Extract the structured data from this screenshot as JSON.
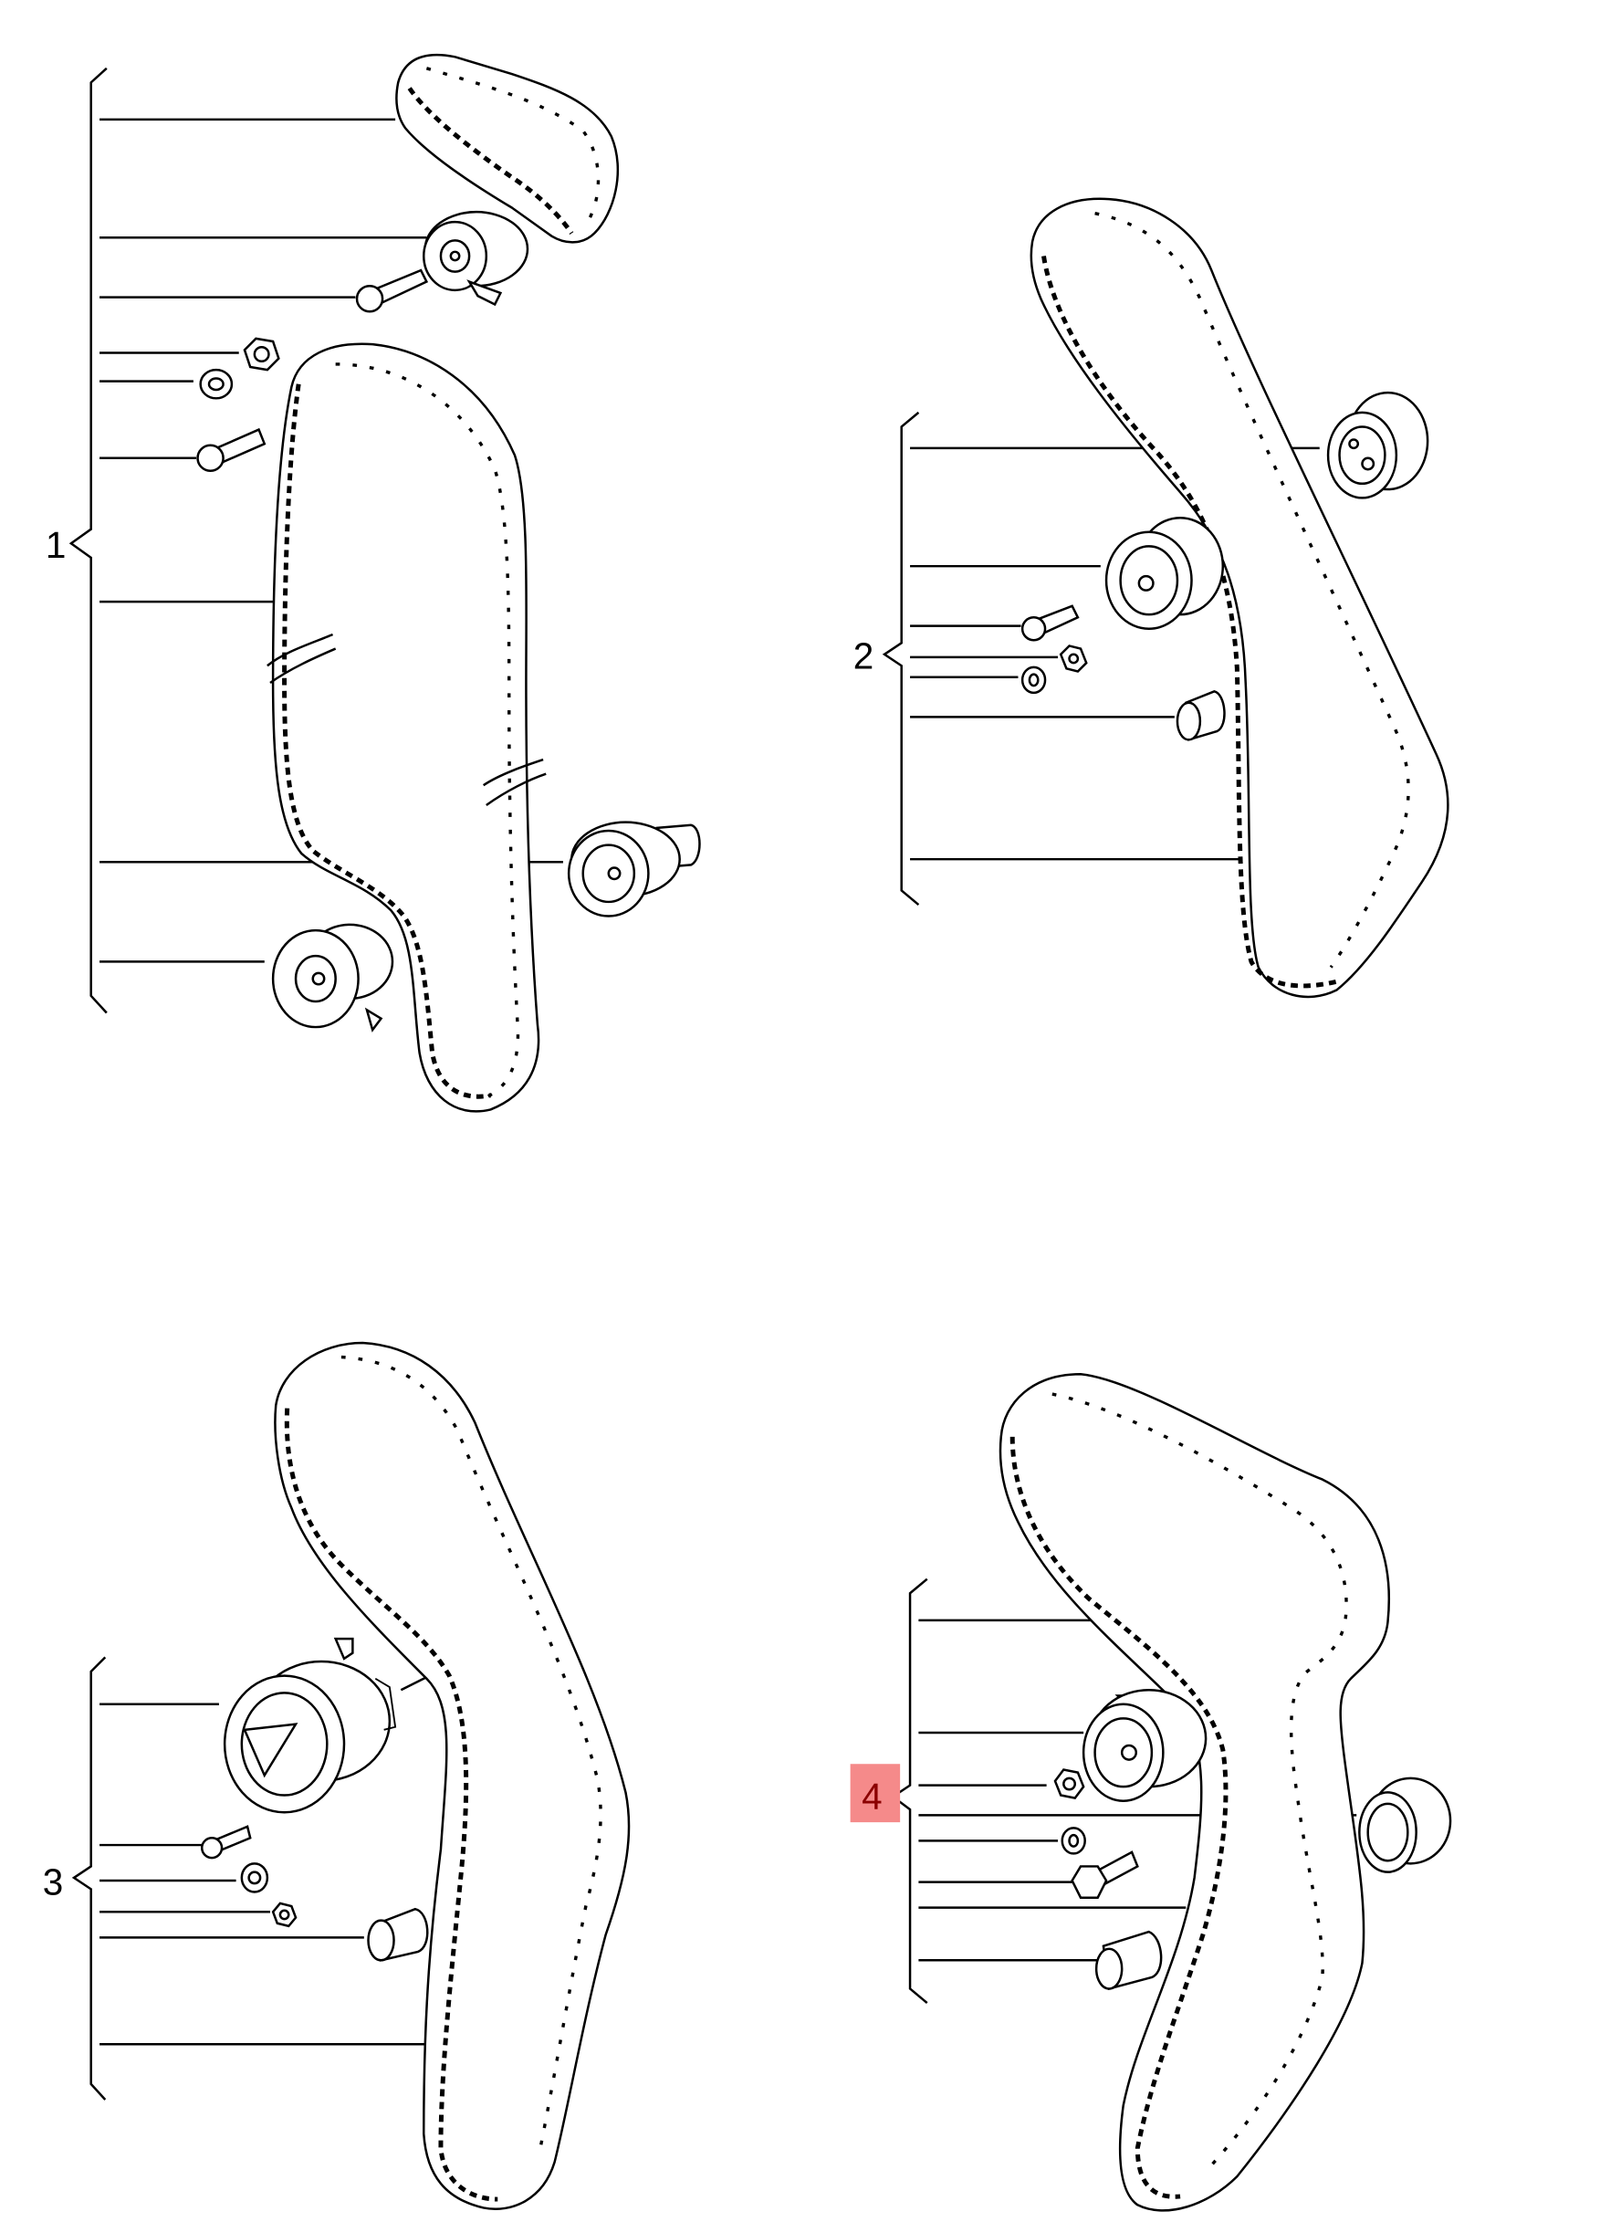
{
  "diagram": {
    "type": "exploded parts illustration",
    "subject": "timing belt kits",
    "highlight_color": "#f58a8a",
    "highlight_text_color": "#8b0000",
    "line_color": "#000000",
    "background": "#ffffff"
  },
  "callouts": [
    {
      "number": "1",
      "highlighted": false,
      "parts": [
        "timing belt (short)",
        "tensioning roller",
        "bolt",
        "nut",
        "washer",
        "bolt",
        "timing belt",
        "guide roller",
        "tensioning roller"
      ]
    },
    {
      "number": "2",
      "highlighted": false,
      "parts": [
        "guide roller",
        "tensioning roller",
        "bolt",
        "nut",
        "washer",
        "spacer sleeve",
        "timing belt"
      ]
    },
    {
      "number": "3",
      "highlighted": false,
      "parts": [
        "tensioning roller",
        "timing belt",
        "bolt",
        "washer",
        "nut",
        "spacer sleeve",
        "timing belt"
      ]
    },
    {
      "number": "4",
      "highlighted": true,
      "parts": [
        "timing belt",
        "tensioning roller",
        "nut",
        "guide roller",
        "washer",
        "bolt",
        "timing belt",
        "spacer sleeve"
      ]
    }
  ]
}
